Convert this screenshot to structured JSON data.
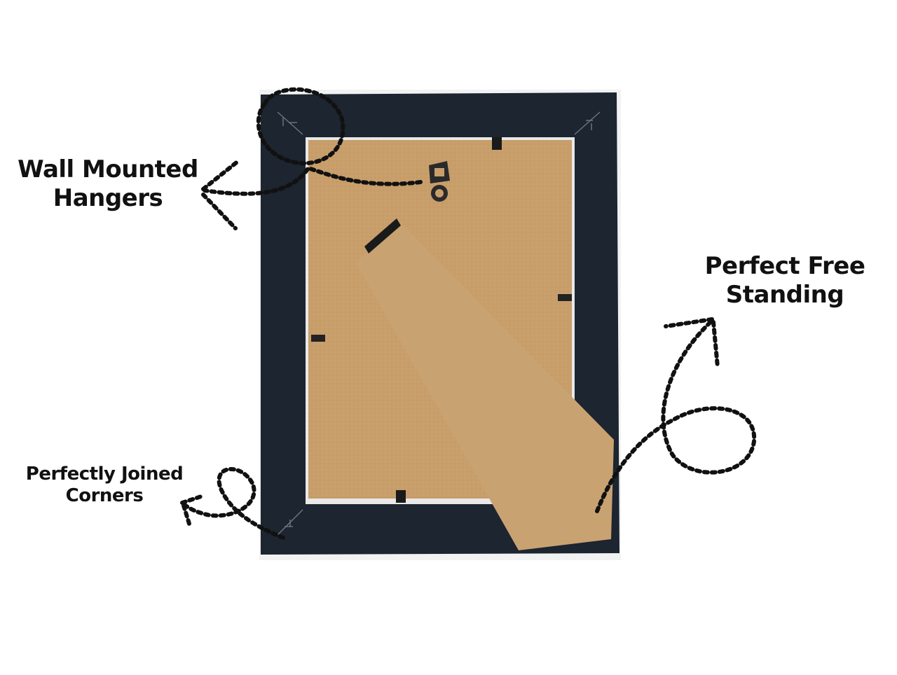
{
  "callouts": {
    "wall_mounted": {
      "line1": "Wall Mounted",
      "line2": "Hangers"
    },
    "free_standing": {
      "line1": "Perfect Free",
      "line2": "Standing"
    },
    "joined_corners": {
      "line1": "Perfectly Joined",
      "line2": "Corners"
    }
  },
  "colors": {
    "frame": "#1c2530",
    "backboard": "#c79d6a",
    "easel": "#c9a271",
    "annotation": "#111111",
    "background": "#ffffff"
  },
  "icons": [
    "sawtooth-hanger-icon",
    "dotted-arrow-icon",
    "dotted-circle-icon"
  ]
}
